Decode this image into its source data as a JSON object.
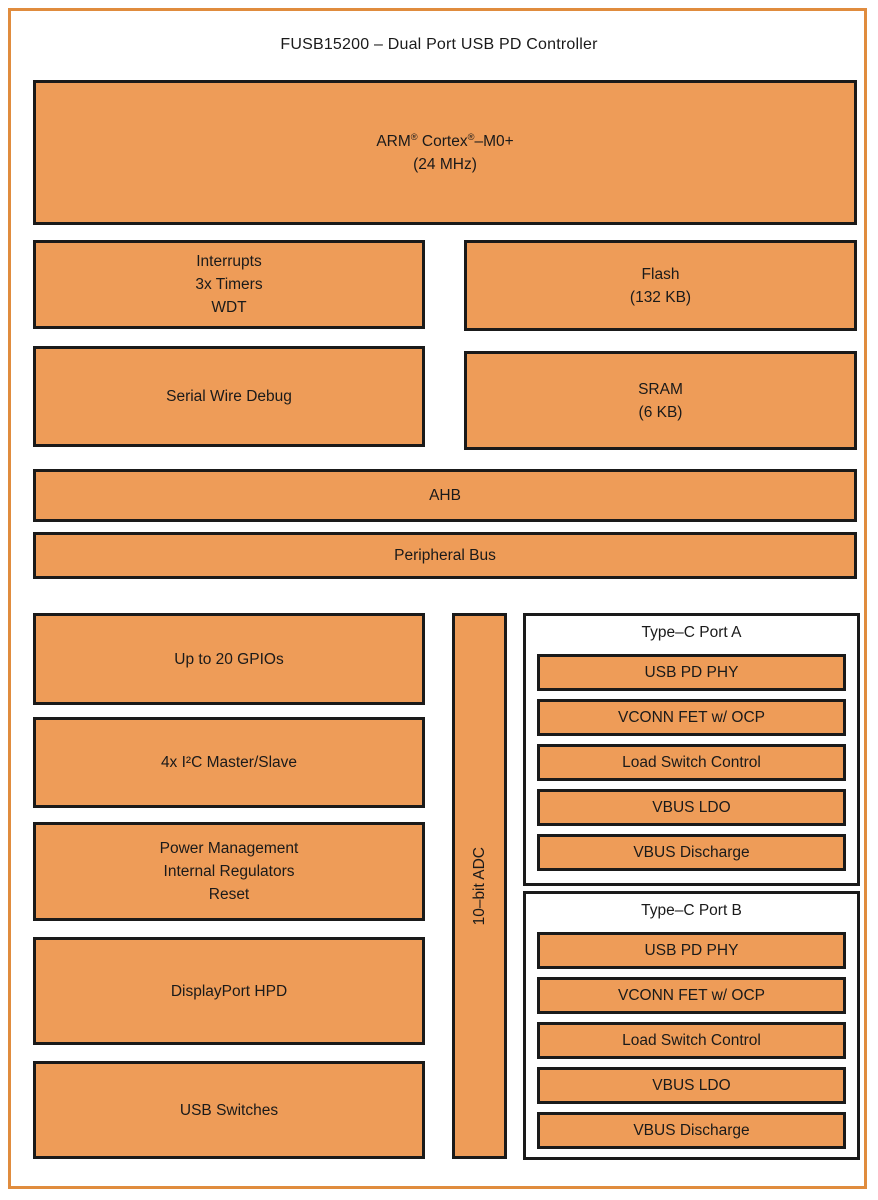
{
  "diagram_title": "FUSB15200 – Dual Port USB PD Controller",
  "colors": {
    "block_fill": "#EE9C58",
    "block_border": "#1A1A1A",
    "frame_border": "#E08C3E",
    "text": "#1A1A1A"
  },
  "blocks": {
    "cpu_line1": "ARM® Cortex®–M0+",
    "cpu_line2": "(24 MHz)",
    "interrupts_line1": "Interrupts",
    "interrupts_line2": "3x Timers",
    "interrupts_line3": "WDT",
    "flash_line1": "Flash",
    "flash_line2": "(132 KB)",
    "serial_wire_debug": "Serial Wire Debug",
    "sram_line1": "SRAM",
    "sram_line2": "(6 KB)",
    "ahb": "AHB",
    "peripheral_bus": "Peripheral Bus",
    "gpio": "Up to 20 GPIOs",
    "i2c": "4x I²C Master/Slave",
    "power_line1": "Power Management",
    "power_line2": "Internal Regulators",
    "power_line3": "Reset",
    "displayport": "DisplayPort HPD",
    "usb_switches": "USB Switches",
    "adc": "10–bit ADC"
  },
  "ports": [
    {
      "title": "Type–C Port A",
      "items": [
        "USB PD PHY",
        "VCONN FET w/ OCP",
        "Load Switch Control",
        "VBUS LDO",
        "VBUS Discharge"
      ]
    },
    {
      "title": "Type–C Port B",
      "items": [
        "USB PD PHY",
        "VCONN FET w/ OCP",
        "Load Switch Control",
        "VBUS LDO",
        "VBUS Discharge"
      ]
    }
  ]
}
